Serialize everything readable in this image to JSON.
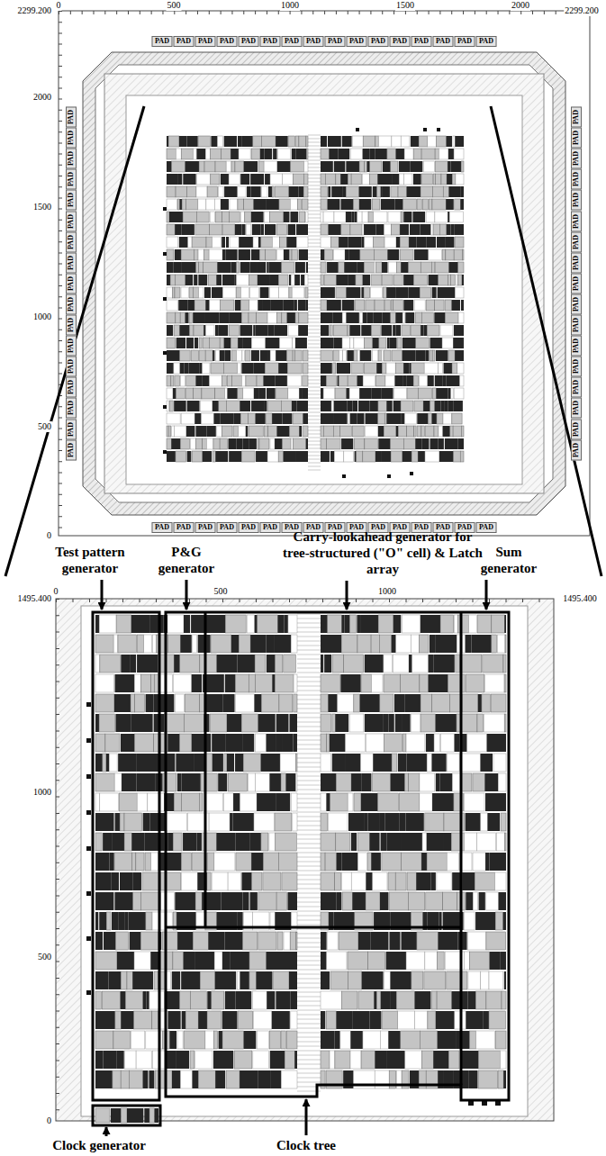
{
  "diagram": {
    "labels": [
      "0",
      "500",
      "1000",
      "1500",
      "2000",
      "2299.200",
      "2299.200",
      "2000",
      "1500",
      "1000",
      "500",
      "0",
      "PAD",
      "PAD",
      "PAD",
      "PAD",
      "PAD",
      "PAD",
      "PAD",
      "PAD",
      "PAD",
      "PAD",
      "PAD",
      "PAD",
      "PAD",
      "PAD",
      "PAD",
      "PAD",
      "PAD",
      "PAD",
      "PAD",
      "PAD",
      "PAD",
      "PAD",
      "PAD",
      "PAD",
      "PAD",
      "PAD",
      "PAD",
      "PAD",
      "PAD",
      "PAD",
      "PAD",
      "PAD",
      "PAD",
      "PAD",
      "PAD",
      "PAD",
      "PAD",
      "PAD",
      "PAD",
      "PAD",
      "PAD",
      "PAD",
      "PAD",
      "PAD",
      "PAD",
      "PAD",
      "PAD",
      "PAD",
      "PAD",
      "PAD",
      "PAD",
      "PAD",
      "PAD",
      "PAD",
      "PAD",
      "PAD",
      "PAD",
      "PAD",
      "PAD",
      "PAD",
      "PAD",
      "PAD",
      "PAD",
      "PAD",
      "PAD",
      "PAD",
      "Test pattern generator",
      "P&G generator",
      "Carry-lookahead generator for tree-structured (\"O\" cell) & Latch array",
      "Sum generator",
      "1495.400",
      "0",
      "500",
      "1000",
      "1495.400",
      "1000",
      "500",
      "0",
      "Clock generator",
      "Clock tree"
    ]
  }
}
